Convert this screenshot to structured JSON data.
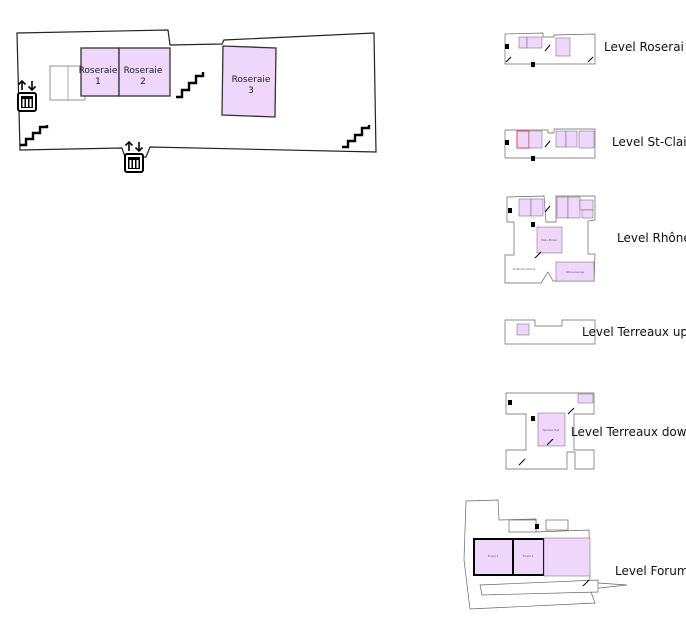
{
  "main_plan": {
    "rooms": [
      {
        "line1": "Roseraie",
        "line2": "1"
      },
      {
        "line1": "Roseraie",
        "line2": "2"
      },
      {
        "line1": "Roseraie",
        "line2": "3"
      }
    ]
  },
  "levels": [
    {
      "label": "Level Roserai"
    },
    {
      "label": "Level St-Clai"
    },
    {
      "label": "Level Rhône"
    },
    {
      "label": "Level Terreaux up"
    },
    {
      "label": "Level Terreaux dow"
    },
    {
      "label": "Level Forum"
    }
  ],
  "colors": {
    "room_fill": "#efd6fb",
    "selected_outline": "#e0303a"
  }
}
